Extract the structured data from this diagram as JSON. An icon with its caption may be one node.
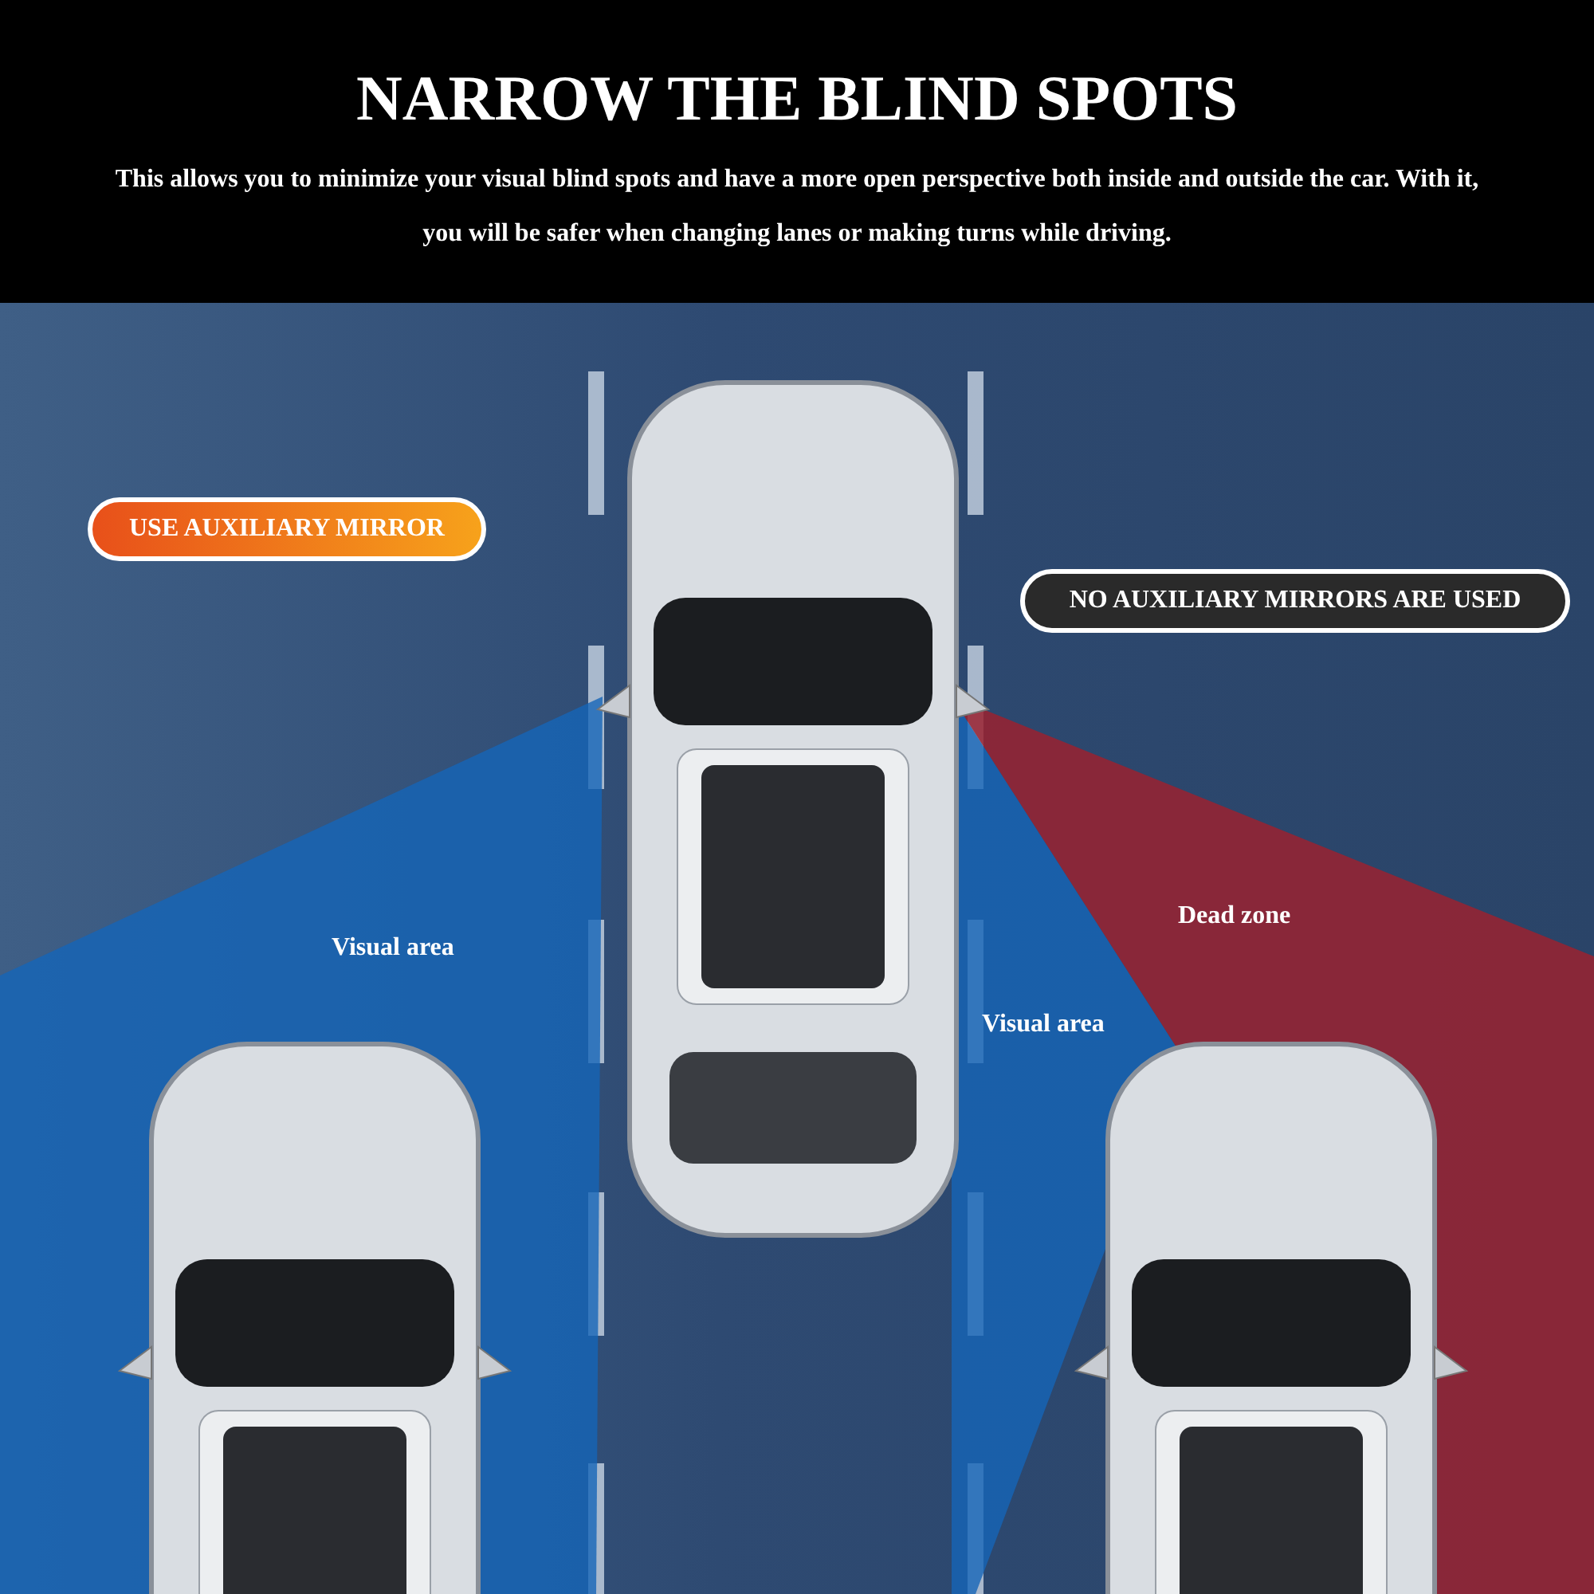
{
  "diagram": {
    "title": "NARROW THE BLIND SPOTS",
    "nodes": [
      {
        "text": [
          "USE AUXILIARY MIRROR"
        ]
      },
      {
        "text": [
          "NO AUXILIARY MIRRORS ARE USED"
        ]
      }
    ],
    "labels": [
      "This allows you to minimize your visual blind spots and have a more open perspective both inside and outside the car. With it, you will be safer when changing lanes or making turns while driving.",
      "Visual area",
      "Dead zone",
      "Visual area"
    ]
  }
}
